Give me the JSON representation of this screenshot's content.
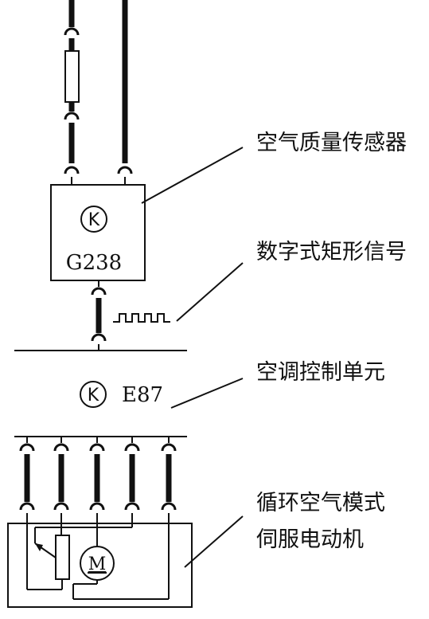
{
  "sensor": {
    "symbol": "K",
    "code": "G238",
    "label": "空气质量传感器"
  },
  "signal": {
    "label": "数字式矩形信号"
  },
  "control_unit": {
    "symbol": "K",
    "code": "E87",
    "label": "空调控制单元"
  },
  "motor": {
    "symbol": "M",
    "label_line1": "循环空气模式",
    "label_line2": "伺服电动机"
  }
}
